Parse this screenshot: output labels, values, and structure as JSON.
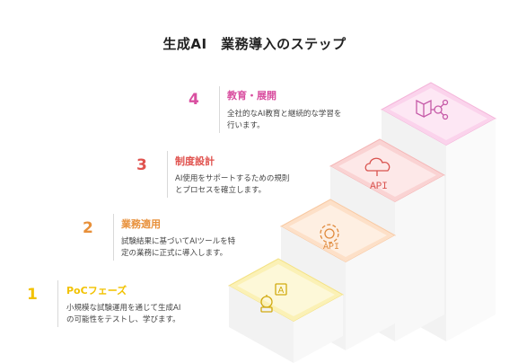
{
  "title": "生成AI　業務導入のステップ",
  "steps": [
    {
      "number": "1",
      "heading": "PoCフェーズ",
      "desc": "小規模な試験運用を通じて生成AI\nの可能性をテストし、学びます。",
      "color": "#f2c200",
      "icon": "ai-robot-icon"
    },
    {
      "number": "2",
      "heading": "業務適用",
      "desc": "試験結果に基づいてAIツールを特\n定の業務に正式に導入します。",
      "color": "#e8903a",
      "icon": "gear-api-icon"
    },
    {
      "number": "3",
      "heading": "制度設計",
      "desc": "AI使用をサポートするための規則\nとプロセスを確立します。",
      "color": "#e0524e",
      "icon": "cloud-api-icon"
    },
    {
      "number": "4",
      "heading": "教育・展開",
      "desc": "全社的なAI教育と継続的な学習を\n行います。",
      "color": "#d94fa0",
      "icon": "network-book-icon"
    }
  ],
  "icon_labels": {
    "cloud_api": "API",
    "gear_api": "API",
    "robot": "A"
  }
}
